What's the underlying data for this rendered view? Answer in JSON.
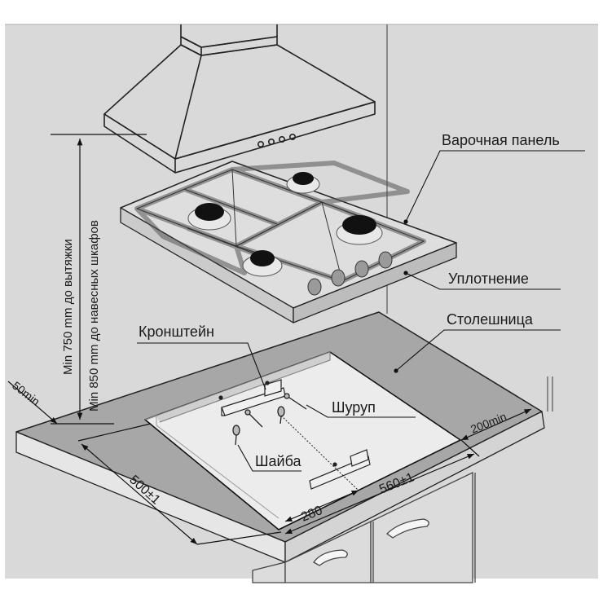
{
  "labels": {
    "hob": "Варочная панель",
    "seal": "Уплотнение",
    "countertop": "Столешница",
    "bracket": "Кронштейн",
    "screw": "Шуруп",
    "washer": "Шайба"
  },
  "dimensions": {
    "hood_distance": "Min 750 mm до вытяжки",
    "cabinet_distance": "Min 850 mm до навесных шкафов",
    "front_margin": "50min",
    "depth": "500±1",
    "width": "560±1",
    "center_offset": "280",
    "side_margin": "200min"
  },
  "colors": {
    "background": "#d9d9d9",
    "countertop": "#a7a7a7",
    "countertop_edge": "#e6e6e6",
    "cutout": "#ececec",
    "hob_surface": "#dedede",
    "burner": "#111111",
    "lines": "#222222"
  }
}
